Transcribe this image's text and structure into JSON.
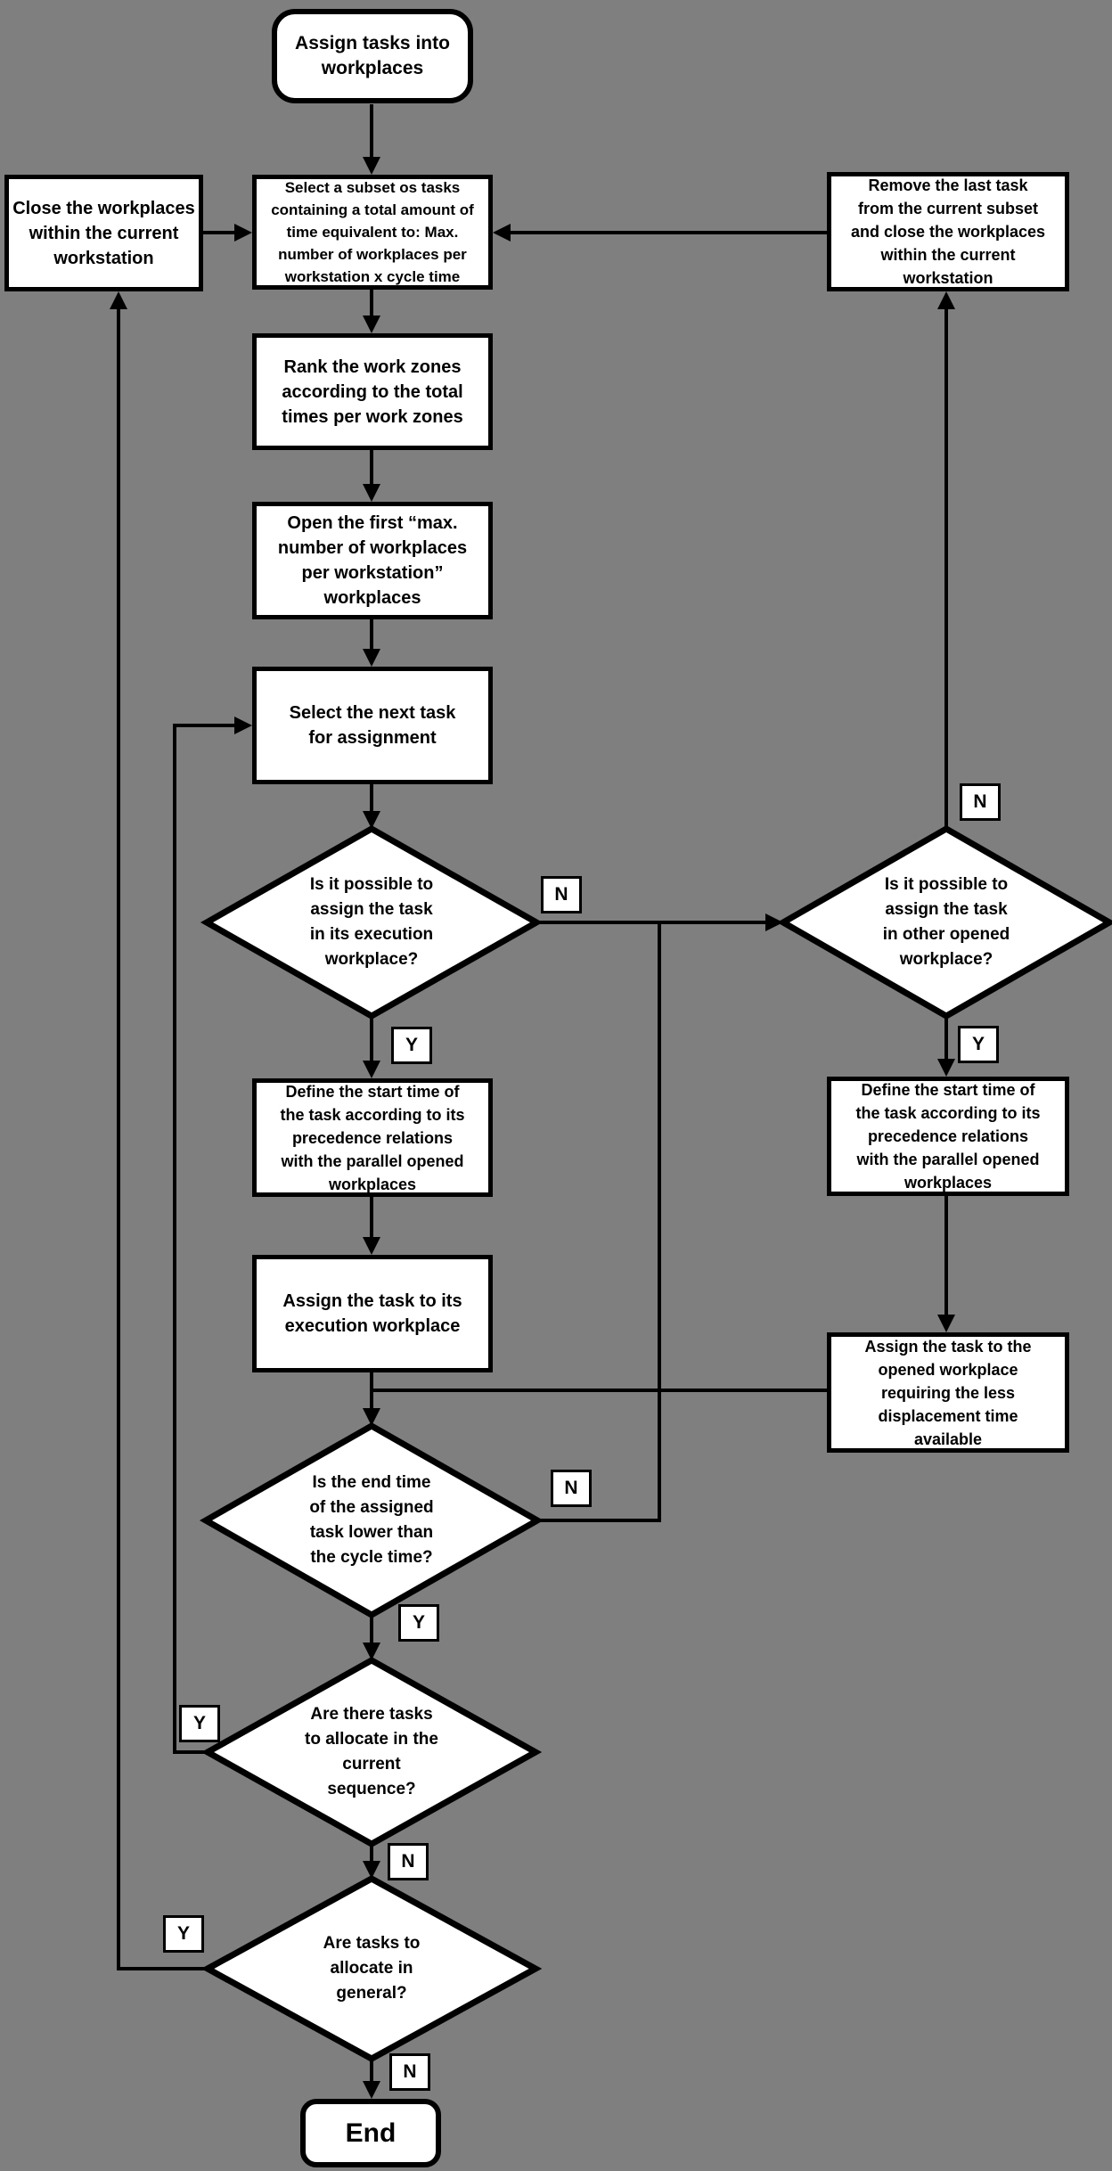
{
  "colors": {
    "background": "#7f7f7f",
    "shape_fill": "#ffffff",
    "line": "#000000"
  },
  "nodes": {
    "start": {
      "type": "terminator",
      "label": "Assign tasks into\nworkplaces"
    },
    "select_subset": {
      "type": "process",
      "label": "Select a subset os tasks\ncontaining a total amount of\ntime equivalent to: Max.\nnumber of workplaces per\nworkstation x cycle time"
    },
    "close_workplaces": {
      "type": "process",
      "label": "Close the workplaces\nwithin the current\nworkstation"
    },
    "remove_last_task": {
      "type": "process",
      "label": "Remove the last task\nfrom the current subset\nand close the workplaces\nwithin the current\nworkstation"
    },
    "rank_work_zones": {
      "type": "process",
      "label": "Rank the work zones\naccording to the total\ntimes per work zones"
    },
    "open_first_workplaces": {
      "type": "process",
      "label": "Open the first “max.\nnumber of workplaces\nper workstation”\nworkplaces"
    },
    "select_next_task": {
      "type": "process",
      "label": "Select the next task\nfor assignment"
    },
    "decision_exec_workplace": {
      "type": "decision",
      "label": "Is it possible to\nassign the task\nin its execution\nworkplace?"
    },
    "decision_other_workplace": {
      "type": "decision",
      "label": "Is it possible to\nassign the task\nin other opened\nworkplace?"
    },
    "define_start_time_left": {
      "type": "process",
      "label": "Define the start time of\nthe task according to its\nprecedence relations\nwith the parallel opened\nworkplaces"
    },
    "define_start_time_right": {
      "type": "process",
      "label": "Define the start time of\nthe task according to its\nprecedence relations\nwith the parallel opened\nworkplaces"
    },
    "assign_exec_workplace": {
      "type": "process",
      "label": "Assign the task to its\nexecution workplace"
    },
    "assign_opened_workplace": {
      "type": "process",
      "label": "Assign the task to the\nopened workplace\nrequiring the less\ndisplacement time\navailable"
    },
    "decision_end_time": {
      "type": "decision",
      "label": "Is the end time\nof the assigned\ntask lower than\nthe cycle time?"
    },
    "decision_tasks_sequence": {
      "type": "decision",
      "label": "Are there tasks\nto allocate in the\ncurrent\nsequence?"
    },
    "decision_tasks_general": {
      "type": "decision",
      "label": "Are tasks to\nallocate in\ngeneral?"
    },
    "end": {
      "type": "terminator",
      "label": "End"
    }
  },
  "branch_labels": {
    "yes": "Y",
    "no": "N"
  }
}
